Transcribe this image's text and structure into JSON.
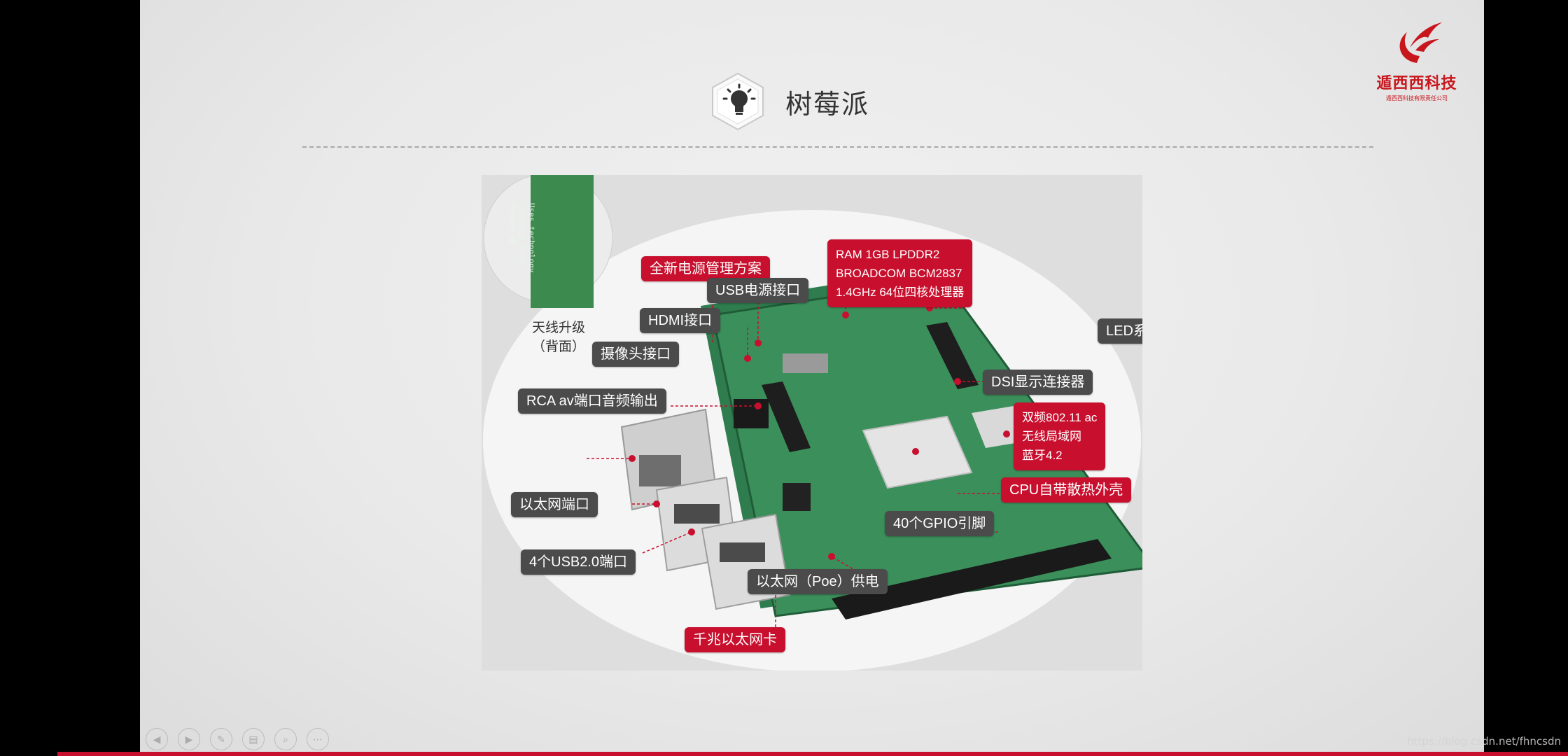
{
  "slide": {
    "title": "树莓派",
    "logo": {
      "name": "遁西西科技",
      "tagline": "遁西西科技有限责任公司"
    }
  },
  "board_image": {
    "inset_chip_text": [
      "Uses technology",
      "licensed from",
      "Proant AB"
    ],
    "inset_label_line1": "天线升级",
    "inset_label_line2": "（背面）",
    "callouts": {
      "power_mgmt": "全新电源管理方案",
      "usb_power": "USB电源接口",
      "hdmi": "HDMI接口",
      "camera": "摄像头接口",
      "rca_audio": "RCA av端口音频输出",
      "ethernet_port": "以太网端口",
      "usb2_ports": "4个USB2.0端口",
      "gigabit": "千兆以太网卡",
      "poe": "以太网（Poe）供电",
      "gpio": "40个GPIO引脚",
      "cpu_heatsink": "CPU自带散热外壳",
      "wifi_bt": [
        "双频802.11 ac",
        "无线局域网",
        "蓝牙4.2"
      ],
      "dsi": "DSI显示连接器",
      "led": "LED系统指示灯",
      "ram_cpu": [
        "RAM 1GB LPDDR2",
        "BROADCOM BCM2837",
        "1.4GHz 64位四核处理器"
      ]
    }
  },
  "player": {
    "controls": [
      "prev-icon",
      "next-icon",
      "pen-icon",
      "page-icon",
      "zoom-icon",
      "more-icon"
    ],
    "watermark": "https://blog.csdn.net/fhncsdn"
  },
  "colors": {
    "accent_red": "#c8102e",
    "callout_gray": "#4b4b4b",
    "board_green": "#2f7d4f"
  }
}
